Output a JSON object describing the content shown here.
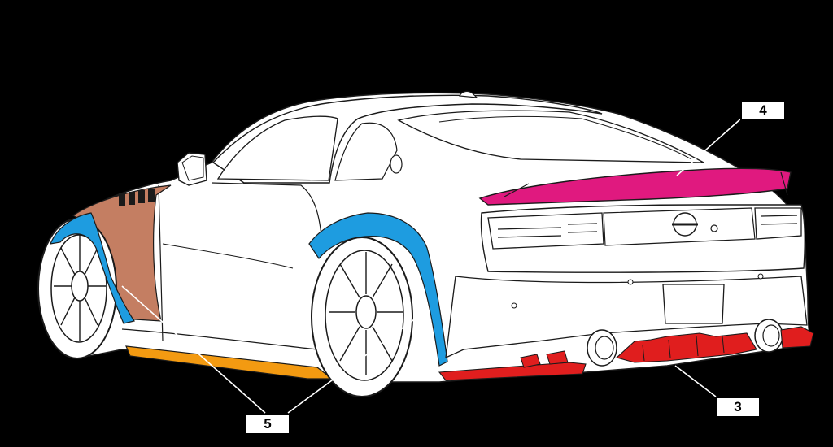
{
  "colors": {
    "background": "#000000",
    "line": "#1a1a1a",
    "body": "#ffffff",
    "fender_flares": "#1e9ce0",
    "front_panel": "#c47e62",
    "side_skirt": "#f39a11",
    "rear_diffuser": "#e01e1e",
    "rear_wing": "#e0197f"
  },
  "callouts": {
    "wing": "4",
    "diffuser": "3",
    "flares": "5"
  }
}
